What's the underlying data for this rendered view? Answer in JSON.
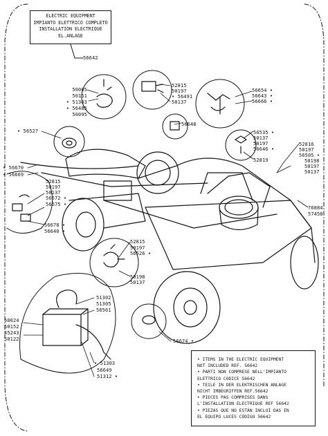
{
  "title_box": {
    "lines": [
      "ELECTRIC EQUIPMENT",
      "IMPIANTO ELETTRICO COMPLETO",
      "INSTALLATION ELECTRIQUE",
      "EL.ANLAGE"
    ],
    "ref": "56642"
  },
  "notes": [
    "• ITEMS IN THE ELECTRIC EQUIPMENT",
    "  NOT INCLUDED REF. 56642",
    "• PARTI NON COMPRESE NELL'IMPIANTO",
    "  ELETTRICO CODICE 56642",
    "• TEILE IN DER ELEKTRISCHEN ANLAGE",
    "  NICHT IMBEGRIFFEN REF.56642",
    "• PIECES PAS COMPRISES DANS",
    "  L'INSTALLATION ELECTRIQUE REF 56642",
    "• PIEZAS QUE NO ESTÁN INCLUÍ DAS EN",
    "  EL EQUIPO LUCES CÓDIGO 56642"
  ],
  "labels": {
    "top_switch": [
      "50005",
      "50151",
      "• 51303",
      "• 56485",
      "50095"
    ],
    "top_center": [
      "52815",
      "50197",
      "• 56491",
      "50137"
    ],
    "top_right": [
      "56654 •",
      "56643 •",
      "56666 •"
    ],
    "headlight": "56648",
    "horn": "• 56527",
    "mid_right": [
      "56535 •",
      "50137",
      "50197",
      "56646 •",
      "52819"
    ],
    "far_right": [
      "52816",
      "50197",
      "56505 •",
      "50198",
      "50197",
      "50137"
    ],
    "tail_light": [
      "76884",
      "57458"
    ],
    "left_lamps": [
      "• 56670",
      "• 56669"
    ],
    "left_cluster": [
      "52815",
      "50197",
      "50137",
      "56672 •",
      "56675 •"
    ],
    "left_lower": [
      "56678 •",
      "56640 •"
    ],
    "center_lower": [
      "52815",
      "50197",
      "56526 •",
      "50198",
      "50137"
    ],
    "battery_right": [
      "51302",
      "51305",
      "56561"
    ],
    "battery_left": [
      "50024",
      "50152",
      "45243",
      "50122"
    ],
    "battery_bottom": [
      "• 51303",
      "56649",
      "51312 •"
    ],
    "buzzer": "56674 •"
  }
}
